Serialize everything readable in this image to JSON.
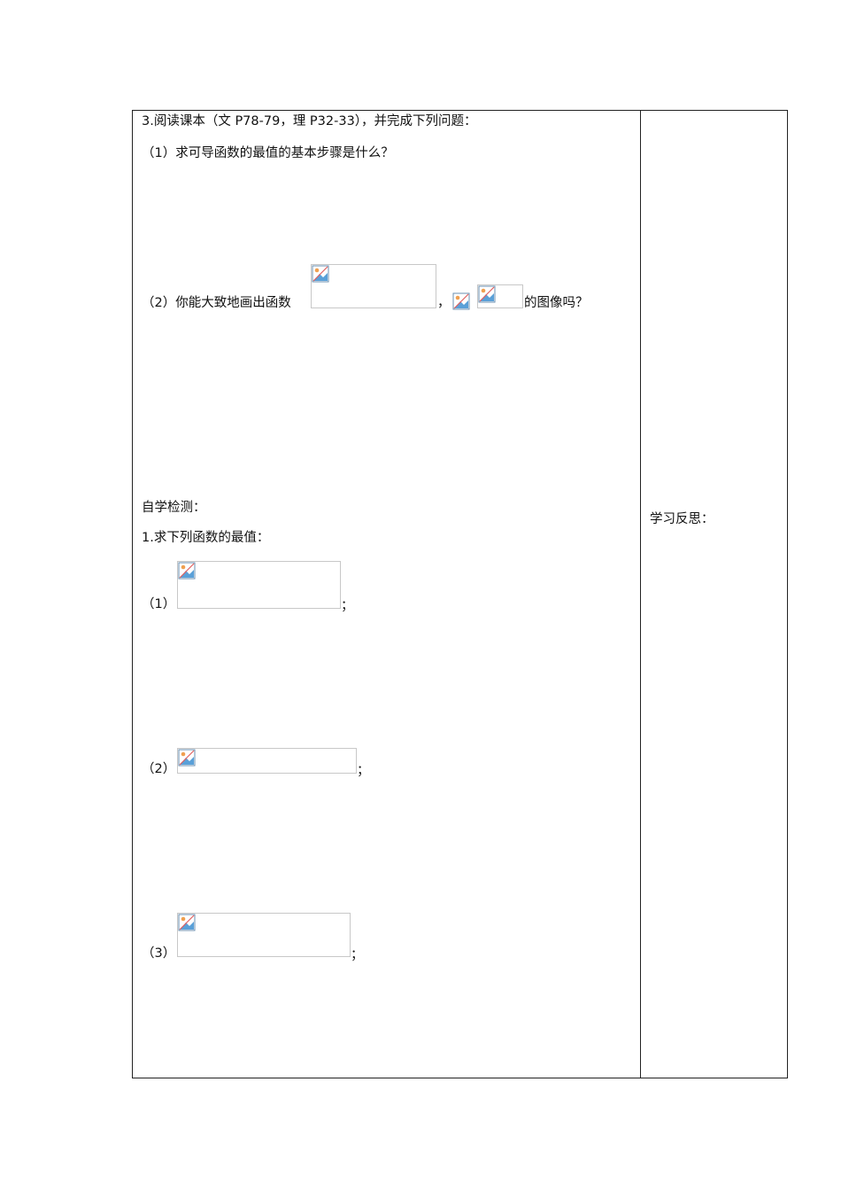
{
  "left_column": {
    "q3_heading": "3.阅读课本（文 P78-79，理 P32-33），并完成下列问题：",
    "q3_1": "（1）求可导函数的最值的基本步骤是什么？",
    "q3_2_prefix": "（2）你能大致地画出函数",
    "q3_2_comma": "，",
    "q3_2_suffix": "的图像吗？",
    "self_test_heading": "自学检测：",
    "ex1_heading": "1.求下列函数的最值：",
    "ex1_items": [
      {
        "label": "（1）",
        "end": "；"
      },
      {
        "label": "（2）",
        "end": "；"
      },
      {
        "label": "（3）",
        "end": "；"
      }
    ]
  },
  "right_column": {
    "reflection_label": "学习反思："
  },
  "icons": {
    "missing_image": "broken-image-icon"
  }
}
